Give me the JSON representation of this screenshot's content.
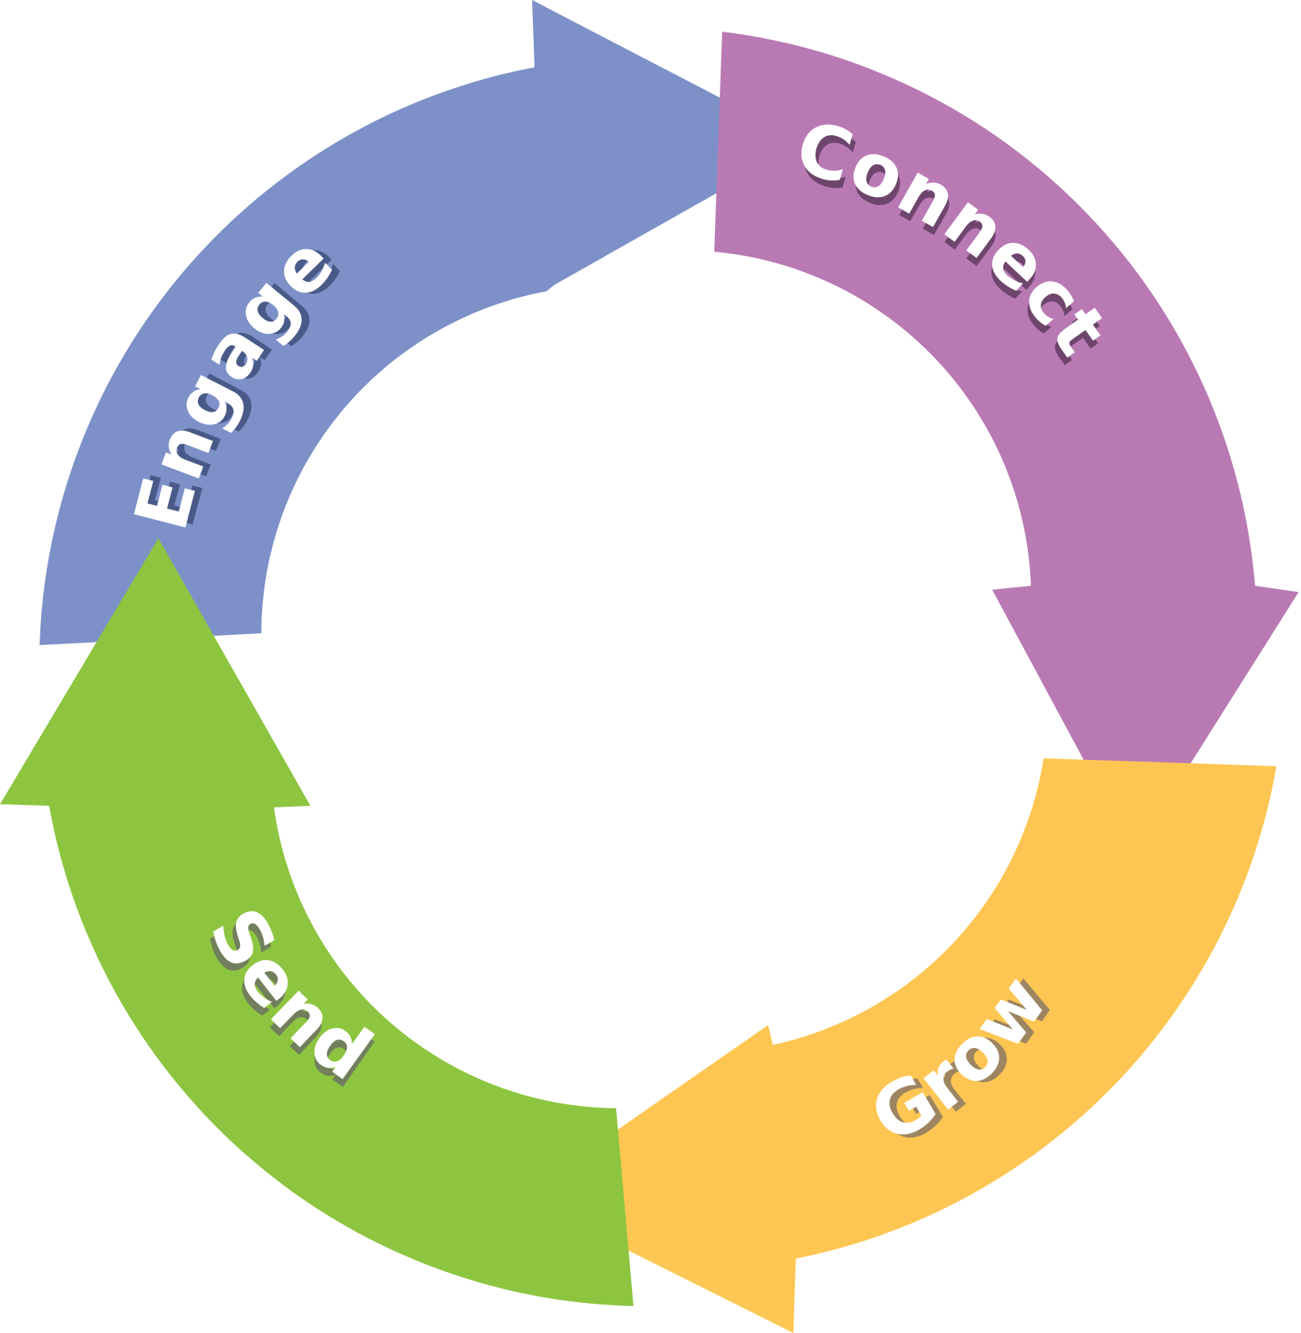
{
  "stages": [
    {
      "label": "Engage",
      "color": "#7d91c8",
      "shadow": "#4a5a88"
    },
    {
      "label": "Connect",
      "color": "#b97ab4",
      "shadow": "#6e456c"
    },
    {
      "label": "Grow",
      "color": "#fdc652",
      "shadow": "#9c8560"
    },
    {
      "label": "Send",
      "color": "#8dc540",
      "shadow": "#717f5c"
    }
  ],
  "background": "#ffffff"
}
